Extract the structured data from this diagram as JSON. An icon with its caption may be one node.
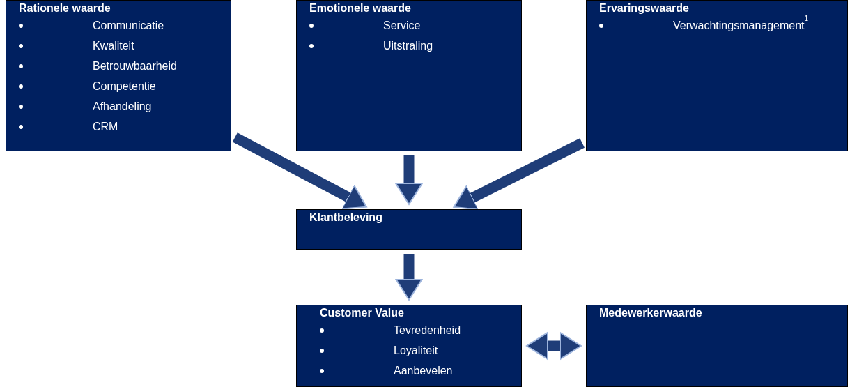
{
  "diagram": {
    "nodes": [
      {
        "text": [
          "Rationele waarde",
          "Communicatie",
          "Kwaliteit",
          "Betrouwbaarheid",
          "Competentie",
          "Afhandeling",
          "CRM"
        ]
      },
      {
        "text": [
          "Emotionele waarde",
          "Service",
          "Uitstraling"
        ]
      },
      {
        "text": [
          "Ervaringswaarde",
          "Verwachtingsmanagement$^{1}$"
        ]
      },
      {
        "text": [
          "Klantbeleving"
        ]
      },
      {
        "text": [
          "Customer Value",
          "Tevredenheid",
          "Loyaliteit",
          "Aanbevelen"
        ]
      },
      {
        "text": [
          "Medewerkerwaarde"
        ]
      }
    ],
    "edges": [
      {
        "from": 0,
        "to": 3,
        "arrow": "to"
      },
      {
        "from": 1,
        "to": 3,
        "arrow": "to"
      },
      {
        "from": 2,
        "to": 3,
        "arrow": "to"
      },
      {
        "from": 3,
        "to": 4,
        "arrow": "to"
      },
      {
        "from": 4,
        "to": 5,
        "arrow": "both"
      }
    ]
  }
}
